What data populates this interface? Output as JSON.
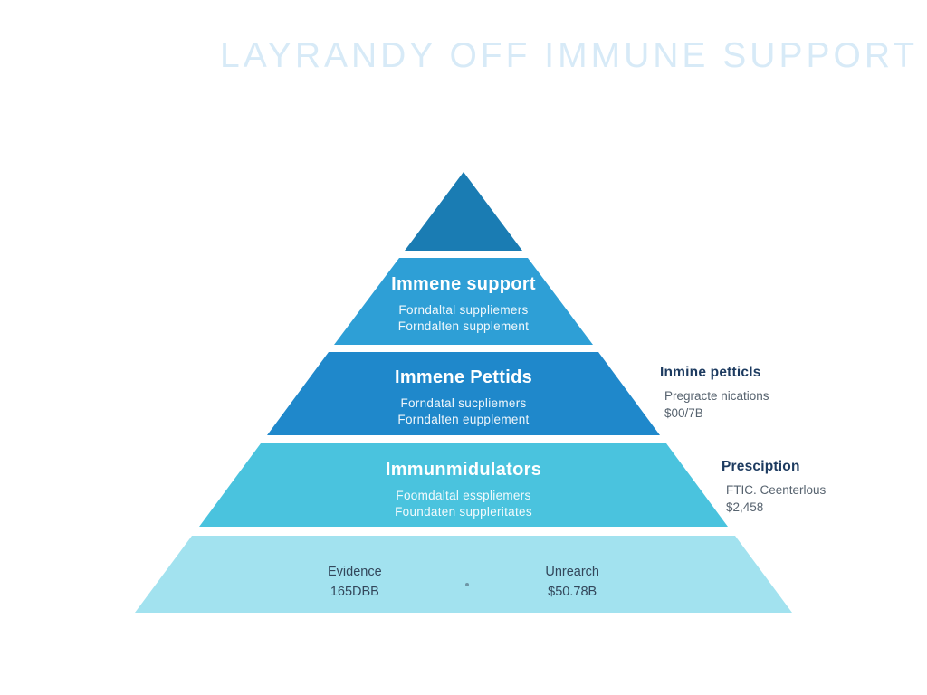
{
  "title": "LAYRANDY OFF IMMUNE SUPPORT",
  "colors": {
    "title_text": "#d7eaf7",
    "tier1_fill": "#1a7cb3",
    "tier2_fill": "#2e9fd6",
    "tier3_fill": "#1f88cb",
    "tier4_fill": "#4ac3de",
    "tier5_fill": "#a2e2ef",
    "tier_text": "#ffffff",
    "annotation_title": "#1d3b60",
    "annotation_text": "#57636f",
    "base_text": "#33475b"
  },
  "pyramid": {
    "tiers": [
      {
        "name": "apex",
        "title": "",
        "line1": "",
        "line2": ""
      },
      {
        "name": "immune-support",
        "title": "Immene support",
        "line1": "Forndaltal suppliemers",
        "line2": "Forndalten supplement"
      },
      {
        "name": "immune-peptides",
        "title": "Immene Pettids",
        "line1": "Forndatal sucpliemers",
        "line2": "Forndalten eupplement"
      },
      {
        "name": "immunomodulators",
        "title": "Immunmidulators",
        "line1": "Foomdaltal esspliemers",
        "line2": "Foundaten suppleritates"
      },
      {
        "name": "base",
        "title": "",
        "line1": "",
        "line2": ""
      }
    ],
    "base_stats": {
      "left": {
        "label": "Evidence",
        "value": "165DBB"
      },
      "right": {
        "label": "Unrearch",
        "value": "$50.78B"
      }
    }
  },
  "annotations": [
    {
      "title": "Inmine petticls",
      "line1": "Pregracte nications",
      "line2": "$00/7B"
    },
    {
      "title": "Presciption",
      "line1": "FTIC. Ceenterlous",
      "line2": "$2,458"
    }
  ]
}
